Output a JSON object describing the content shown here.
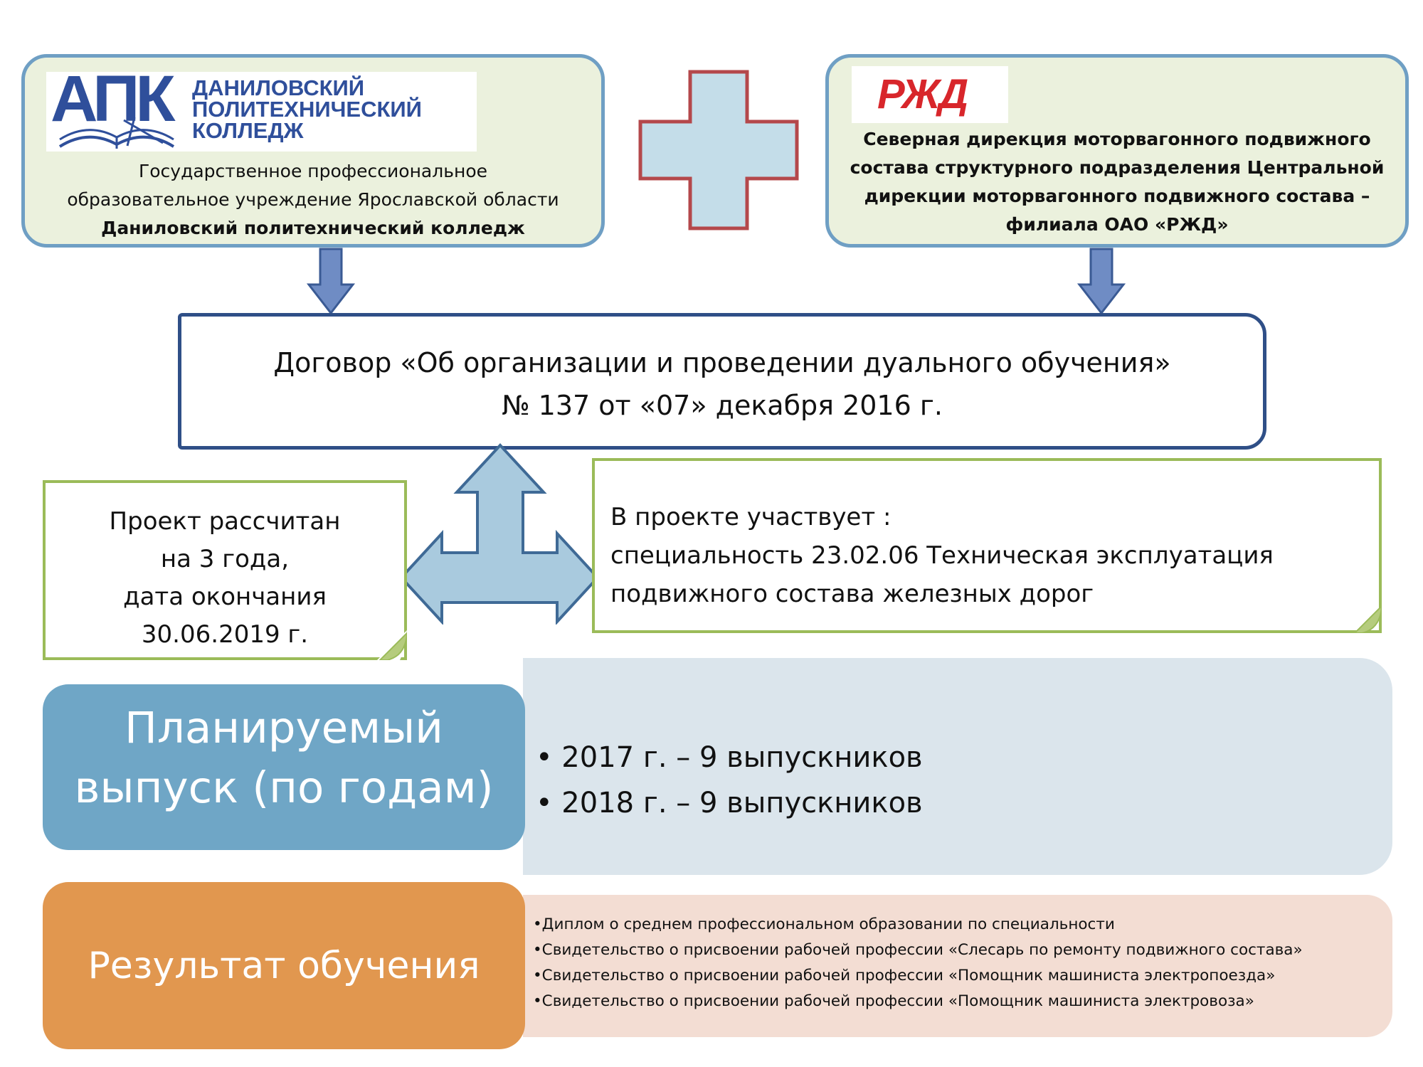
{
  "college": {
    "logo_abbr": "АПК",
    "logo_name": [
      "ДАНИЛОВСКИЙ",
      "ПОЛИТЕХНИЧЕСКИЙ",
      "КОЛЛЕДЖ"
    ],
    "line1": "Государственное профессиональное",
    "line2": "образовательное учреждение Ярославской области",
    "line3": "Даниловский политехнический колледж"
  },
  "partner": {
    "logo_text": "РЖД",
    "line1": "Северная дирекция моторвагонного подвижного",
    "line2": "состава структурного подразделения Центральной",
    "line3": "дирекции моторвагонного  подвижного состава –",
    "line4": "филиала ОАО «РЖД»"
  },
  "contract": {
    "line1": "Договор «Об организации и проведении дуального обучения»",
    "line2": "№ 137 от «07» декабря 2016 г."
  },
  "duration_note": {
    "line1": "Проект рассчитан",
    "line2": "на 3 года,",
    "line3": "дата окончания",
    "line4": "30.06.2019 г."
  },
  "participants_note": {
    "line1": "В проекте участвует :",
    "line2": "специальность 23.02.06 Техническая эксплуатация",
    "line3": "подвижного состава железных дорог"
  },
  "planned_release": {
    "title_line1": "Планируемый",
    "title_line2": "выпуск (по годам)",
    "items": [
      "• 2017 г. – 9 выпускников",
      "• 2018 г. – 9 выпускников"
    ]
  },
  "training_result": {
    "title": "Результат обучения",
    "items": [
      "•Диплом о среднем профессиональном образовании по специальности",
      "•Свидетельство о присвоении рабочей профессии «Слесарь по ремонту подвижного состава»",
      "•Свидетельство о присвоении рабочей профессии «Помощник машиниста электропоезда»",
      "•Свидетельство о присвоении рабочей профессии «Помощник машиниста электровоза»"
    ]
  },
  "colors": {
    "partner_fill": "#ebf1dd",
    "partner_border": "#6f9fc4",
    "plus_fill": "#c4dde9",
    "plus_border": "#b4484b",
    "arrow_fill": "#6f8cc4",
    "note_border": "#9bbb59",
    "plan_accent": "#6fa6c6",
    "result_accent": "#e1974f",
    "rzd_red": "#d8262b"
  }
}
